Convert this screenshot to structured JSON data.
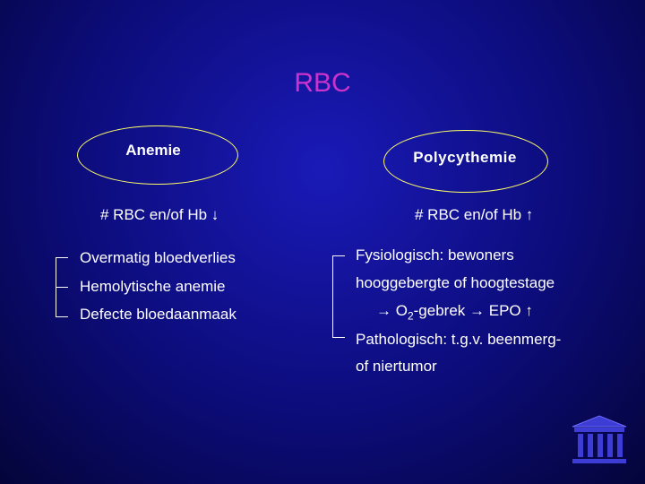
{
  "title": "RBC",
  "left": {
    "heading": "Anemie",
    "subheading": "# RBC en/of Hb ↓",
    "items": [
      "Overmatig bloedverlies",
      "Hemolytische anemie",
      "Defecte bloedaanmaak"
    ]
  },
  "right": {
    "heading": "Polycythemie",
    "subheading": "# RBC en/of Hb ↑",
    "items": [
      "Fysiologisch: bewoners",
      "hooggebergte of hoogtestage",
      "→ O",
      "2",
      "-gebrek → EPO ↑",
      "Pathologisch: t.g.v. beenmerg-",
      "of niertumor"
    ]
  },
  "colors": {
    "title": "#cc33cc",
    "ellipse_border": "#ffff66",
    "text": "#ffffff"
  },
  "logo_icon": "temple-icon"
}
